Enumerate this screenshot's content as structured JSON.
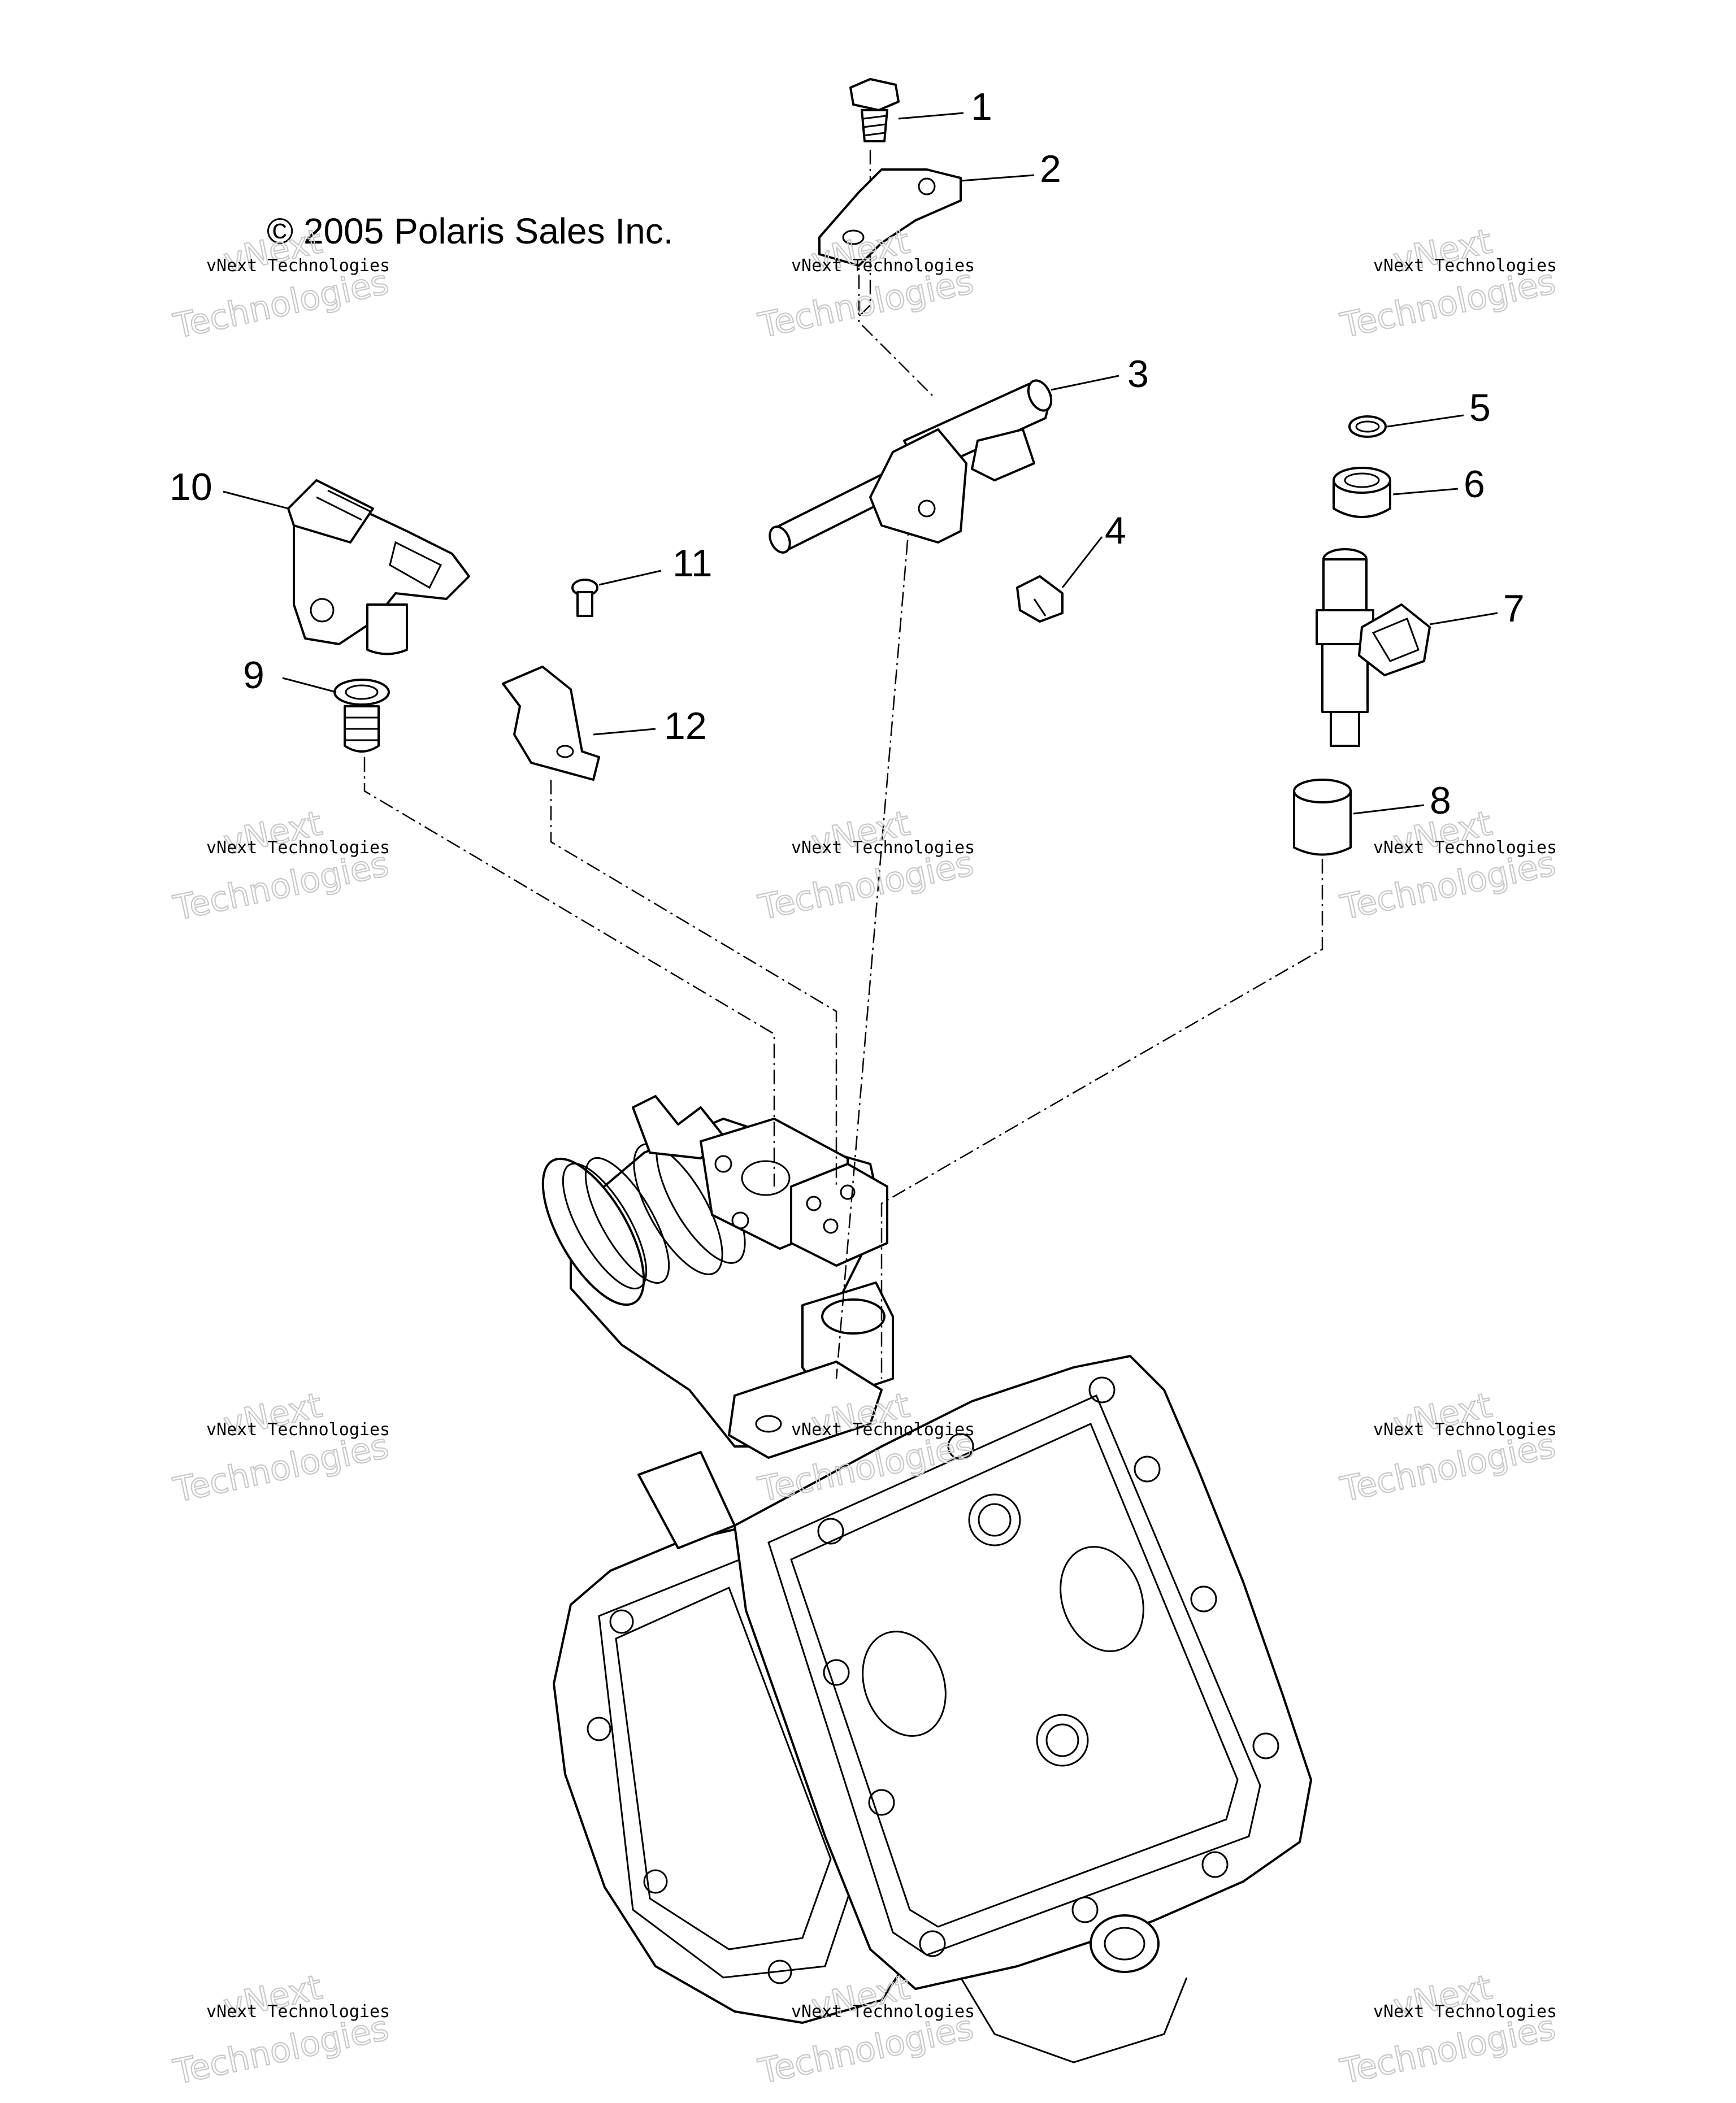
{
  "copyright": "© 2005 Polaris Sales Inc.",
  "callouts": [
    "1",
    "2",
    "3",
    "4",
    "5",
    "6",
    "7",
    "8",
    "9",
    "10",
    "11",
    "12"
  ],
  "watermark": {
    "name": "vNext",
    "line": "vNext Technologies",
    "word": "Technologies"
  }
}
